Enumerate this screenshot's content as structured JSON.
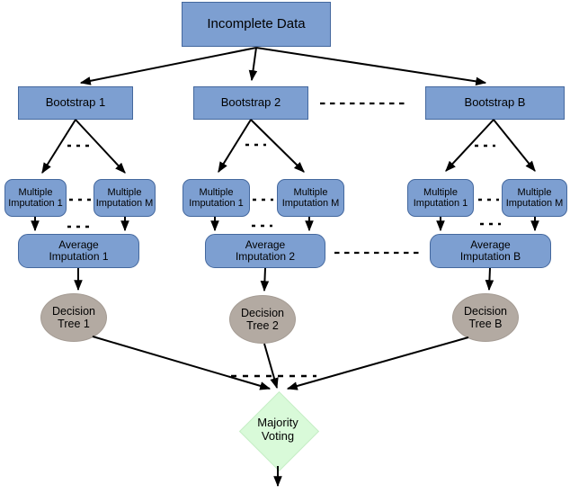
{
  "colors": {
    "node_blue": "#7d9fd1",
    "node_blue_border": "#44689e",
    "tree_gray": "#b3aaa2",
    "diamond_green": "#d9fad9",
    "arrow_black": "#000000"
  },
  "nodes": {
    "incomplete_data": {
      "label": "Incomplete Data"
    },
    "bootstrap_1": {
      "label": "Bootstrap 1"
    },
    "bootstrap_2": {
      "label": "Bootstrap 2"
    },
    "bootstrap_b": {
      "label": "Bootstrap B"
    },
    "mi_1_1": {
      "label": "Multiple\nImputation 1"
    },
    "mi_1_m": {
      "label": "Multiple\nImputation M"
    },
    "mi_2_1": {
      "label": "Multiple\nImputation 1"
    },
    "mi_2_m": {
      "label": "Multiple\nImputation M"
    },
    "mi_b_1": {
      "label": "Multiple\nImputation 1"
    },
    "mi_b_m": {
      "label": "Multiple\nImputation M"
    },
    "avg_1": {
      "label": "Average\nImputation 1"
    },
    "avg_2": {
      "label": "Average\nImputation 2"
    },
    "avg_b": {
      "label": "Average\nImputation B"
    },
    "tree_1": {
      "label": "Decision\nTree 1"
    },
    "tree_2": {
      "label": "Decision\nTree 2"
    },
    "tree_b": {
      "label": "Decision\nTree B"
    },
    "majority_voting": {
      "label": "Majority\nVoting"
    }
  }
}
